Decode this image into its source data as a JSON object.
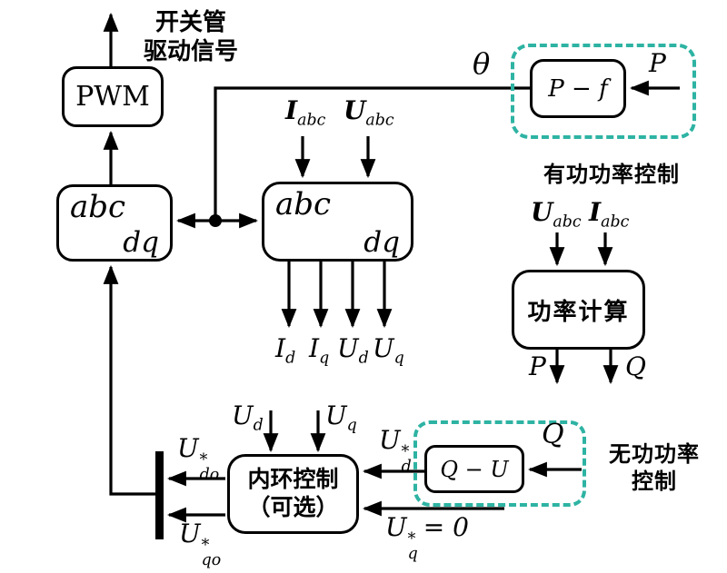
{
  "colors": {
    "accent": "#2eb3a3",
    "line": "#000000"
  },
  "annotations": {
    "drive_signal_line1": "开关管",
    "drive_signal_line2": "驱动信号",
    "active_power_control": "有功功率控制",
    "reactive_power_control_line1": "无功功率",
    "reactive_power_control_line2": "控制"
  },
  "blocks": {
    "pwm": "PWM",
    "abc_dq_left": {
      "numerator": "abc",
      "denominator": "dq"
    },
    "abc_dq_mid": {
      "numerator": "abc",
      "denominator": "dq"
    },
    "p_f": "P − f",
    "power_calc": "功率计算",
    "inner_loop_line1": "内环控制",
    "inner_loop_line2": "（可选）",
    "q_u": "Q − U"
  },
  "signals": {
    "theta": "θ",
    "p_ref_in": "P",
    "q_in": "Q",
    "i_abc_mid": {
      "base": "I",
      "sub": "abc"
    },
    "u_abc_mid": {
      "base": "U",
      "sub": "abc"
    },
    "i_d": {
      "base": "I",
      "sub": "d"
    },
    "i_q": {
      "base": "I",
      "sub": "q"
    },
    "u_d_out": {
      "base": "U",
      "sub": "d"
    },
    "u_q_out": {
      "base": "U",
      "sub": "q"
    },
    "u_abc_pc": {
      "base": "U",
      "sub": "abc"
    },
    "i_abc_pc": {
      "base": "I",
      "sub": "abc"
    },
    "p_out": "P",
    "q_out": "Q",
    "u_d_in": {
      "base": "U",
      "sub": "d"
    },
    "u_q_in": {
      "base": "U",
      "sub": "q"
    },
    "u_d_star": {
      "base": "U",
      "sup": "*",
      "sub": "d"
    },
    "u_q_star": {
      "base": "U",
      "sup": "*",
      "sub": "q",
      "suffix": "= 0"
    },
    "u_do_star": {
      "base": "U",
      "sup": "*",
      "sub": "do"
    },
    "u_qo_star": {
      "base": "U",
      "sup": "*",
      "sub": "qo"
    }
  }
}
